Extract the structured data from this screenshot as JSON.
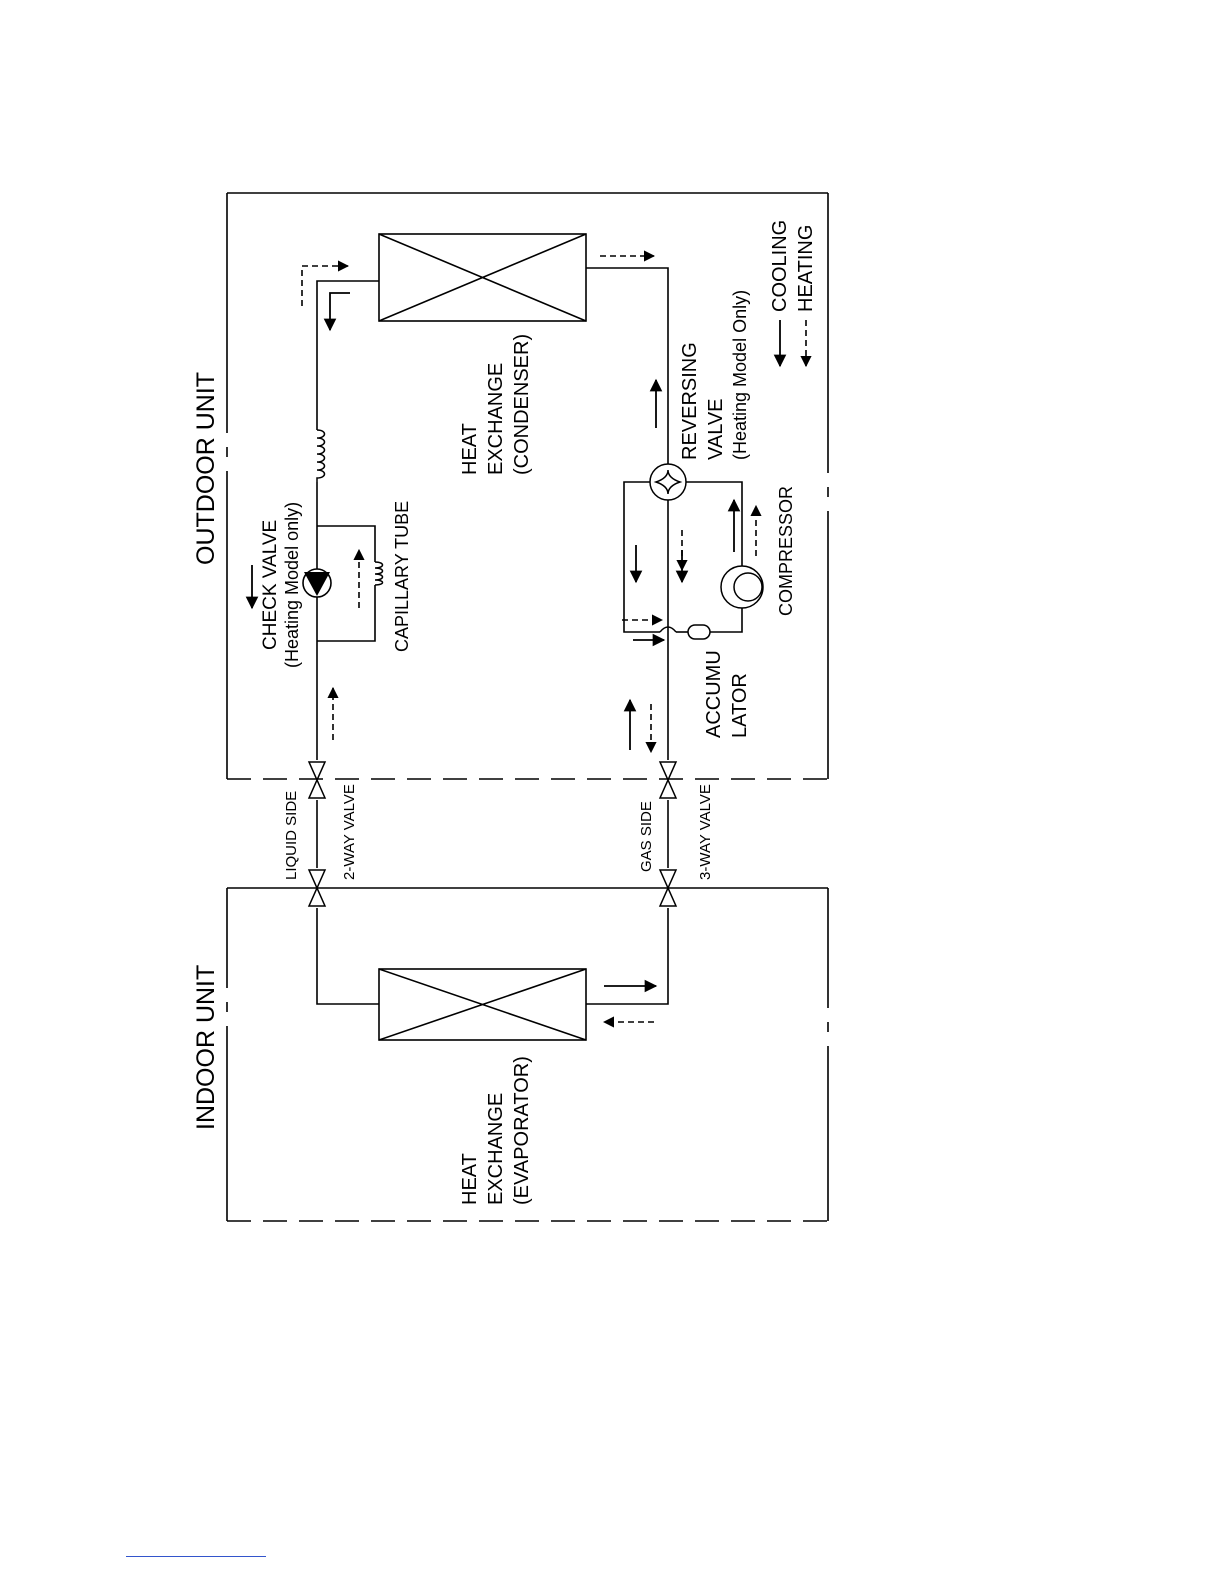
{
  "labels": {
    "outdoor_unit": "OUTDOOR UNIT",
    "indoor_unit": "INDOOR UNIT",
    "condenser": [
      "HEAT",
      "EXCHANGE",
      "(CONDENSER)"
    ],
    "evaporator": [
      "HEAT",
      "EXCHANGE",
      "(EVAPORATOR)"
    ],
    "check_valve": [
      "CHECK VALVE",
      "(Heating Model only)"
    ],
    "capillary_tube": "CAPILLARY TUBE",
    "reversing_valve": [
      "REVERSING",
      "VALVE",
      "(Heating Model Only)"
    ],
    "compressor": "COMPRESSOR",
    "accumulator": [
      "ACCUMU",
      "LATOR"
    ],
    "liquid_side": "LIQUID SIDE",
    "two_way_valve": "2-WAY VALVE",
    "gas_side": "GAS SIDE",
    "three_way_valve": "3-WAY VALVE"
  },
  "legend": {
    "cooling": "COOLING",
    "heating": "HEATING"
  }
}
